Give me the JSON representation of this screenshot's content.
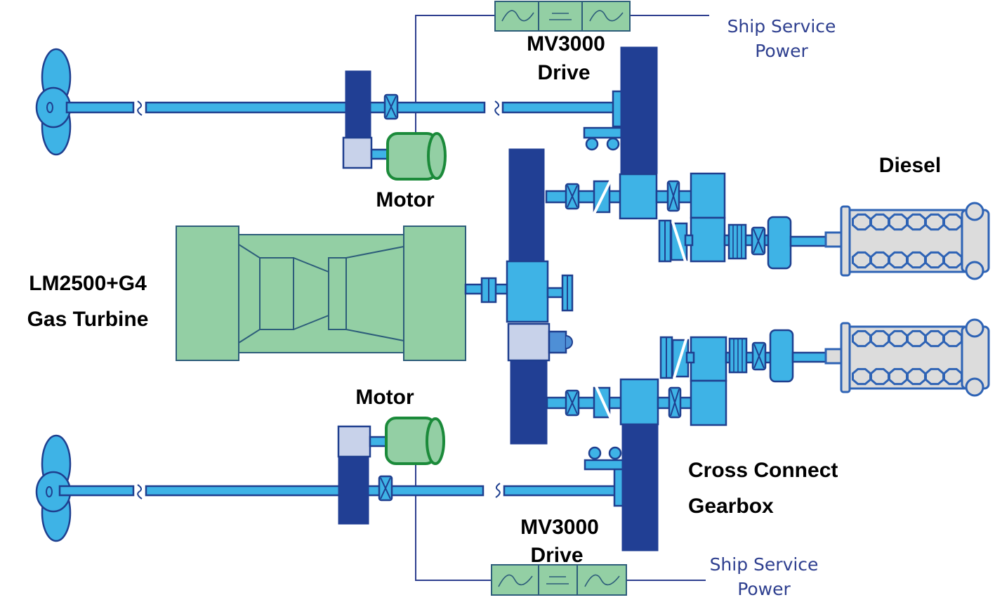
{
  "title": "Combined Diesel-Electric and Gas Turbine Propulsion Arrangement",
  "labels": {
    "drive_top_line1": "MV3000",
    "drive_top_line2": "Drive",
    "drive_bottom_line1": "MV3000",
    "drive_bottom_line2": "Drive",
    "ship_service_top_line1": "Ship Service",
    "ship_service_top_line2": "Power",
    "ship_service_bottom_line1": "Ship Service",
    "ship_service_bottom_line2": "Power",
    "motor_top": "Motor",
    "motor_bottom": "Motor",
    "diesel": "Diesel",
    "turbine_line1": "LM2500+G4",
    "turbine_line2": "Gas Turbine",
    "gearbox_line1": "Cross Connect",
    "gearbox_line2": "Gearbox"
  },
  "components": [
    {
      "id": "propeller-top",
      "type": "propeller"
    },
    {
      "id": "propeller-bottom",
      "type": "propeller"
    },
    {
      "id": "motor-top",
      "type": "electric-motor"
    },
    {
      "id": "motor-bottom",
      "type": "electric-motor"
    },
    {
      "id": "drive-top",
      "type": "frequency-converter",
      "symbols": [
        "ac",
        "dc",
        "ac"
      ]
    },
    {
      "id": "drive-bottom",
      "type": "frequency-converter",
      "symbols": [
        "ac",
        "dc",
        "ac"
      ]
    },
    {
      "id": "gas-turbine",
      "type": "gas-turbine"
    },
    {
      "id": "diesel-top",
      "type": "diesel-engine",
      "cylinders_per_row": 6
    },
    {
      "id": "diesel-bottom",
      "type": "diesel-engine",
      "cylinders_per_row": 6
    },
    {
      "id": "cross-connect-gearbox",
      "type": "gearbox"
    }
  ],
  "colors": {
    "shaft": "#3eb3e6",
    "outline": "#1f3f8f",
    "gear_dark": "#213f94",
    "green_fill": "#93cfa4",
    "motor_outline": "#1b8a3a",
    "diesel_fill": "#dcdcdc",
    "wire": "#2e3f8f"
  }
}
